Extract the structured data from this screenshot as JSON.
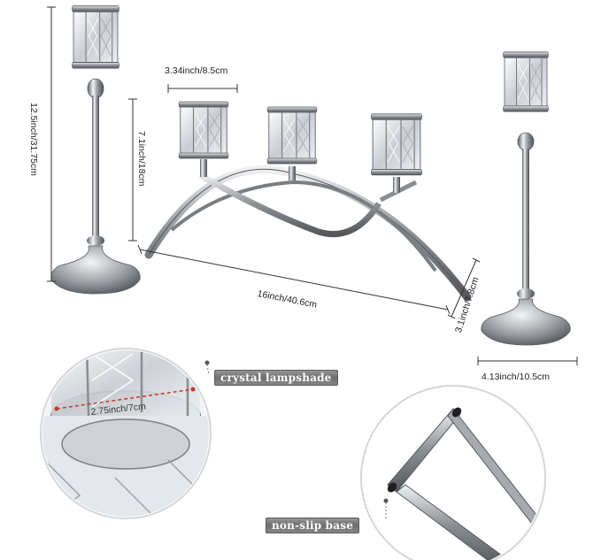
{
  "labels": {
    "tall_holder_height": "12.5inch/31.75cm",
    "cup_diameter": "3.34inch/8.5cm",
    "centerpiece_height": "7.1inch/18cm",
    "centerpiece_length": "16inch/40.6cm",
    "base_height": "3.1inch/7.8cm",
    "base_diameter": "4.13inch/10.5cm",
    "inner_diameter": "2.75inch/7cm",
    "crystal_tag": "crystal lampshade",
    "base_tag": "non-slip base"
  },
  "colors": {
    "chrome_dark": "#5f6165",
    "chrome_light": "#e8eaed",
    "crystal": "#d9dde2",
    "measure_red": "#c0392b",
    "tag_gray": "#7a7a7a"
  }
}
